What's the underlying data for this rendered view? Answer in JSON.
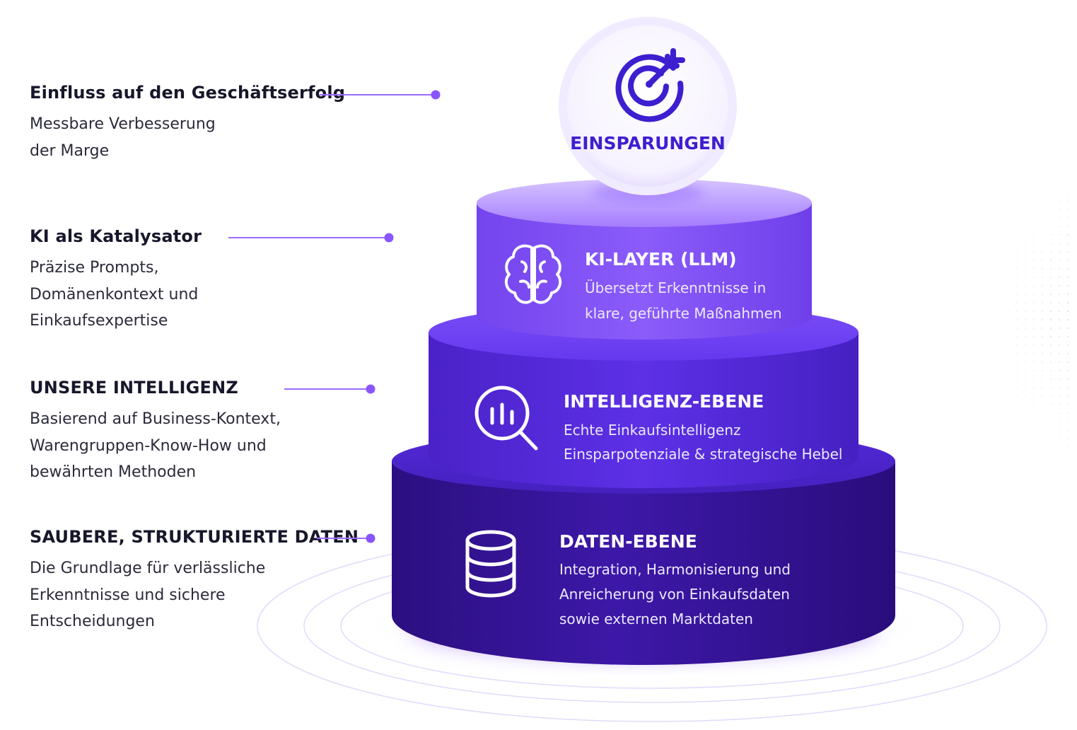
{
  "goal": {
    "label": "EINSPARUNGEN",
    "icon": "target-icon"
  },
  "levels": [
    {
      "title": "Einfluss auf den Geschäftserfolg",
      "lines": [
        "Messbare Verbesserung",
        "der Marge"
      ]
    },
    {
      "title": "KI als Katalysator",
      "lines": [
        "Präzise Prompts,",
        "Domänenkontext und",
        "Einkaufsexpertise"
      ]
    },
    {
      "title": "UNSERE INTELLIGENZ",
      "lines": [
        "Basierend auf Business-Kontext,",
        "Warengruppen-Know-How und",
        "bewährten Methoden"
      ]
    },
    {
      "title": "SAUBERE, STRUKTURIERTE DATEN",
      "lines": [
        "Die Grundlage für verlässliche",
        "Erkenntnisse und sichere",
        "Entscheidungen"
      ]
    }
  ],
  "tiers": [
    {
      "title": "KI-LAYER (LLM)",
      "lines": [
        "Übersetzt Erkenntnisse in",
        "klare, geführte Maßnahmen"
      ],
      "icon": "brain-icon",
      "color_top": "#a278ff",
      "color_body": "#7f4ef4"
    },
    {
      "title": "INTELLIGENZ-EBENE",
      "lines": [
        "Echte Einkaufsintelligenz",
        "Einsparpotenziale & strategische Hebel"
      ],
      "icon": "analytics-search-icon",
      "color_top": "#6a3df0",
      "color_body": "#5227d6"
    },
    {
      "title": "DATEN-EBENE",
      "lines": [
        "Integration, Harmonisierung und",
        "Anreicherung von Einkaufsdaten",
        "sowie externen Marktdaten"
      ],
      "icon": "database-icon",
      "color_top": "#4a1fc8",
      "color_body": "#351396"
    }
  ],
  "accent": "#7c4dff"
}
